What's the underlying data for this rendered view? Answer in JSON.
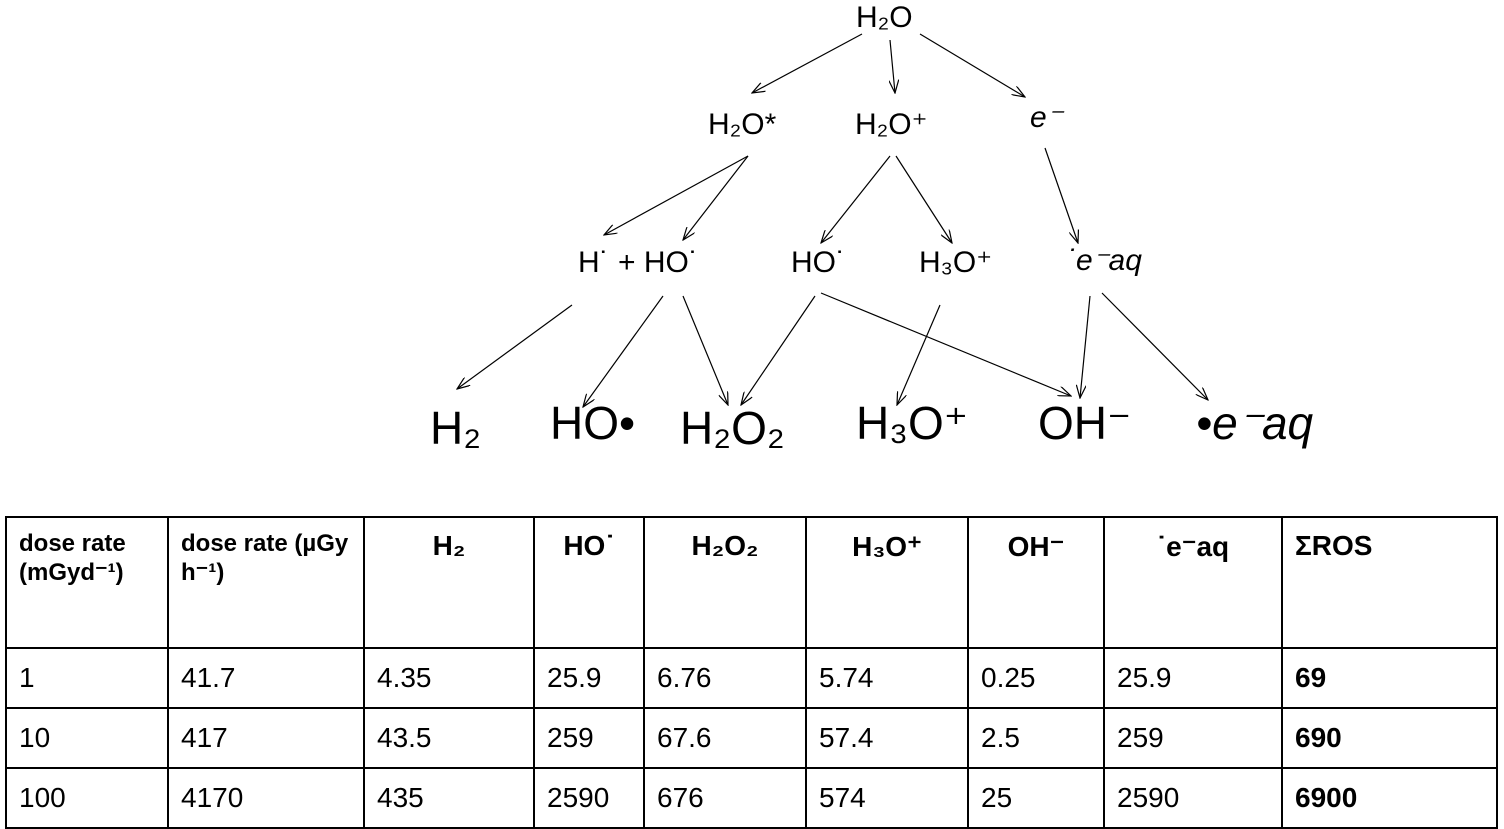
{
  "diagram": {
    "level0": {
      "water": "H₂O"
    },
    "level1": {
      "excited_water": "H₂O*",
      "water_cation": "H₂O⁺",
      "electron": "e⁻"
    },
    "level2": {
      "h_plus_ho": "H˙ + HO˙",
      "hydroxyl_radical": "HO˙",
      "hydronium": "H₃O⁺",
      "aq_electron": "˙e⁻aq"
    },
    "level3": {
      "h2": "H₂",
      "ho": "HO•",
      "h2o2": "H₂O₂",
      "h3o": "H₃O⁺",
      "oh": "OH⁻",
      "eaq": "•e⁻aq"
    }
  },
  "table": {
    "headers": [
      "dose rate (mGyd⁻¹)",
      "dose rate (µGy h⁻¹)",
      "H₂",
      "HO˙",
      "H₂O₂",
      "H₃O⁺",
      "OH⁻",
      "˙e⁻aq",
      "ΣROS"
    ],
    "rows": [
      [
        "1",
        "41.7",
        "4.35",
        "25.9",
        "6.76",
        "5.74",
        "0.25",
        "25.9",
        "69"
      ],
      [
        "10",
        "417",
        "43.5",
        "259",
        "67.6",
        "57.4",
        "2.5",
        "259",
        "690"
      ],
      [
        "100",
        "4170",
        "435",
        "2590",
        "676",
        "574",
        "25",
        "2590",
        "6900"
      ]
    ]
  }
}
